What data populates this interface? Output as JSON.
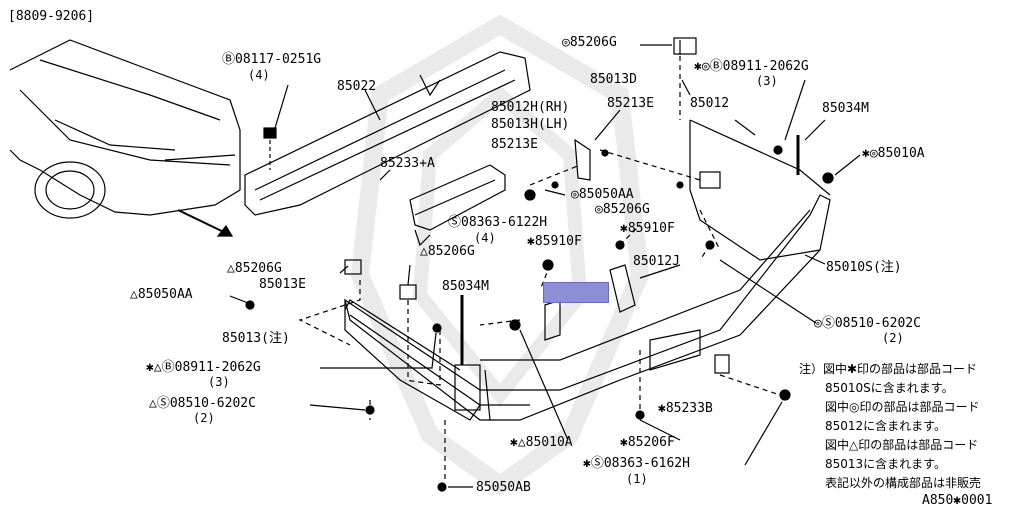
{
  "header": {
    "date_range": "[8809-9206]"
  },
  "figure_code": "A850✱0001",
  "labels": {
    "bolt_top": "Ⓑ08117-0251G",
    "bolt_top_qty": "(4)",
    "reinforcement": "85022",
    "absorber": "85233+A",
    "clip_top": "◎85206G",
    "bracket_85013d": "85013D",
    "bolt_right": "✱◎Ⓑ08911-2062G",
    "bolt_right_qty": "(3)",
    "bracket_rh": "85012H(RH)",
    "bracket_lh": "85013H(LH)",
    "bracket_85213e_a": "85213E",
    "bracket_85012": "85012",
    "bracket_85034m_r": "85034M",
    "bracket_85213e_b": "85213E",
    "screw_85010a_r": "✱◎85010A",
    "nut_85050aa_r": "◎85050AA",
    "clip_85206g_mid": "◎85206G",
    "screw_08363_top": "Ⓢ08363-6122H",
    "screw_08363_top_qty": "(4)",
    "rivet_85910f_l": "✱85910F",
    "rivet_85910f_r": "✱85910F",
    "clip_85206g_l": "△85206G",
    "clip_85206g_c": "△85206G",
    "bracket_85012j": "85012J",
    "fascia": "85010S(注)",
    "nut_85050aa_l": "△85050AA",
    "bracket_85013e": "85013E",
    "strip_85034m": "85034M",
    "screw_08510_r": "◎Ⓢ08510-6202C",
    "screw_08510_r_qty": "(2)",
    "panel_85013": "85013(注)",
    "bolt_left": "✱△Ⓑ08911-2062G",
    "bolt_left_qty": "(3)",
    "screw_08510_l": "△Ⓢ08510-6202C",
    "screw_08510_l_qty": "(2)",
    "absorber_85233b": "✱85233B",
    "screw_85010a_l": "✱△85010A",
    "clip_85206f": "✱85206F",
    "screw_08363_bot": "✱Ⓢ08363-6162H",
    "screw_08363_bot_qty": "(1)",
    "nut_85050ab": "85050AB"
  },
  "notes": [
    "注）図中✱印の部品は部品コード",
    "85010Sに含まれます。",
    "図中◎印の部品は部品コード",
    "85012に含まれます。",
    "図中△印の部品は部品コード",
    "85013に含まれます。",
    "表記以外の構成部品は非販売"
  ],
  "colors": {
    "highlight": "#8c8ed6",
    "line": "#000000"
  }
}
